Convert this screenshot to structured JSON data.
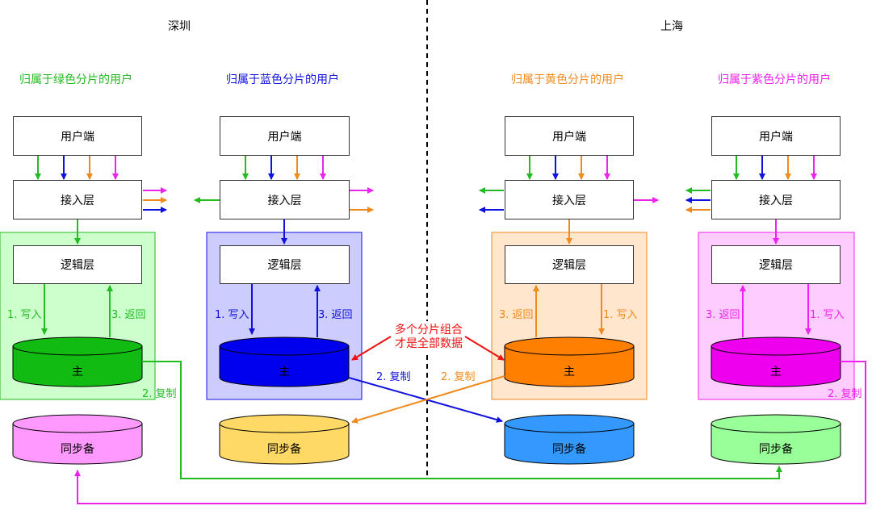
{
  "regions": {
    "left": "深圳",
    "right": "上海"
  },
  "colors": {
    "green": "#22bb22",
    "blue": "#1111dd",
    "orange": "#f08a1c",
    "magenta": "#ee22ee",
    "red": "#ee1111",
    "green_zone": "#ccffcc",
    "blue_zone": "#ccccff",
    "orange_zone": "#ffe6cc",
    "magenta_zone": "#ffccff"
  },
  "groups": [
    {
      "title": "归属于绿色分片的用户",
      "client": "用户端",
      "access": "接入层",
      "logic": "逻辑层",
      "primary": "主",
      "backup": "同步备",
      "write": "1. 写入",
      "ret": "3. 返回",
      "repl": "2. 复制"
    },
    {
      "title": "归属于蓝色分片的用户",
      "client": "用户端",
      "access": "接入层",
      "logic": "逻辑层",
      "primary": "主",
      "backup": "同步备",
      "write": "1. 写入",
      "ret": "3. 返回",
      "repl": "2. 复制"
    },
    {
      "title": "归属于黄色分片的用户",
      "client": "用户端",
      "access": "接入层",
      "logic": "逻辑层",
      "primary": "主",
      "backup": "同步备",
      "write": "1. 写入",
      "ret": "3. 返回",
      "repl": "2. 复制"
    },
    {
      "title": "归属于紫色分片的用户",
      "client": "用户端",
      "access": "接入层",
      "logic": "逻辑层",
      "primary": "主",
      "backup": "同步备",
      "write": "1. 写入",
      "ret": "3. 返回",
      "repl": "2. 复制"
    }
  ],
  "annotation": {
    "line1": "多个分片组合",
    "line2": "才是全部数据"
  }
}
